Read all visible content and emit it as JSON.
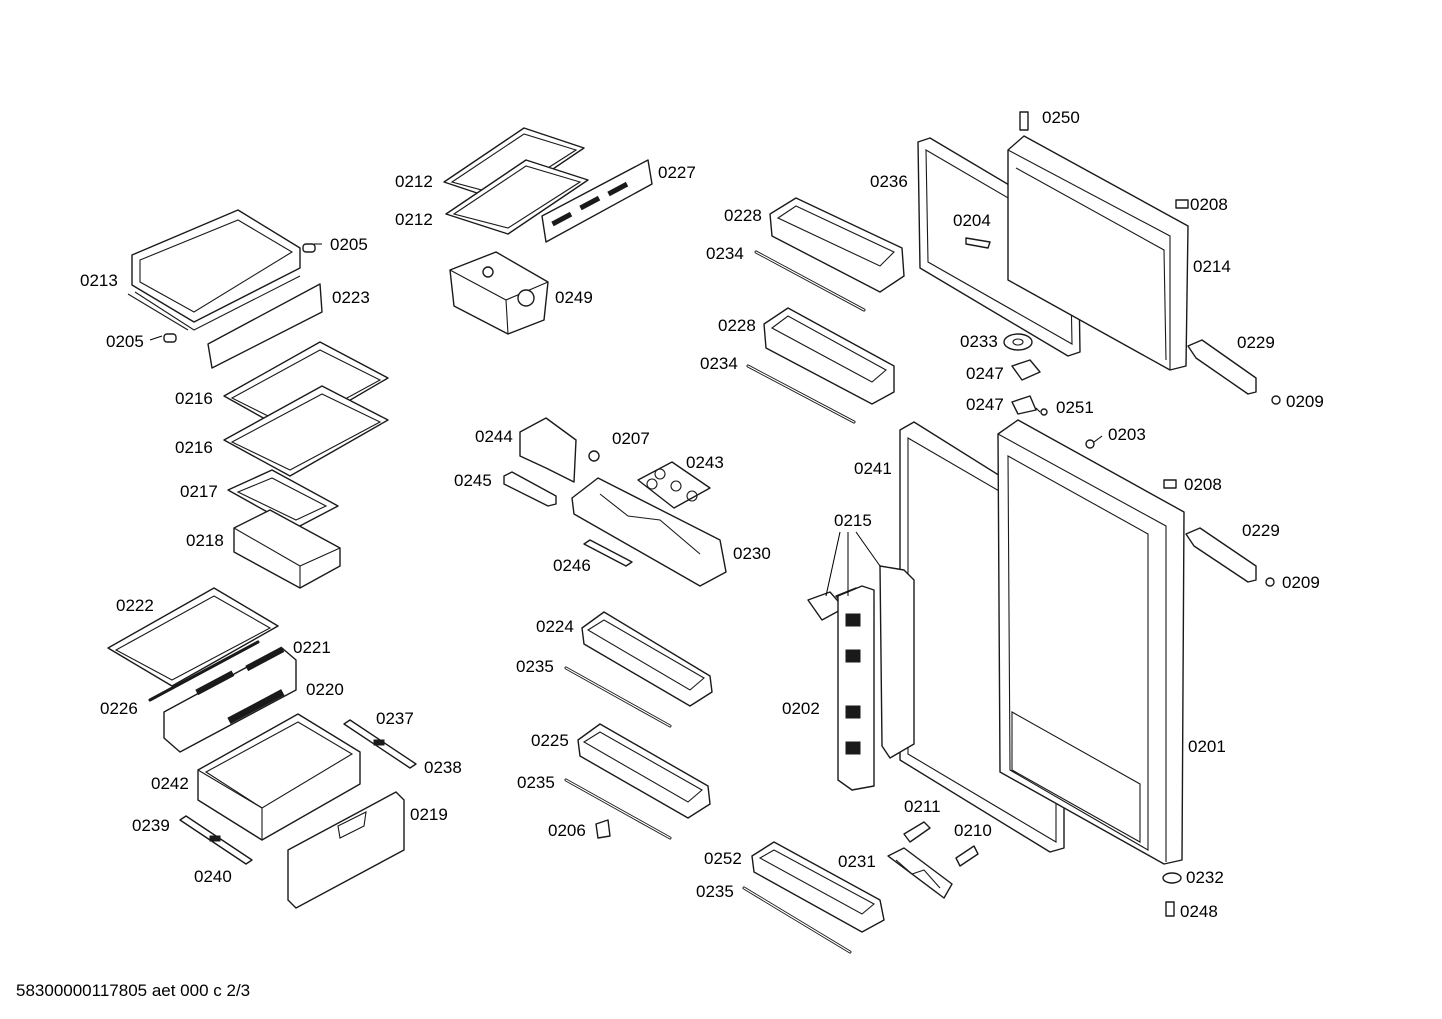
{
  "footer": {
    "drawing_code": "58300000117805 aet 000 c 2/3"
  },
  "callouts": {
    "c0250": "0250",
    "c0212a": "0212",
    "c0212b": "0212",
    "c0227": "0227",
    "c0236": "0236",
    "c0208a": "0208",
    "c0228a": "0228",
    "c0204": "0204",
    "c0214": "0214",
    "c0234a": "0234",
    "c0205a": "0205",
    "c0213": "0213",
    "c0223": "0223",
    "c0249": "0249",
    "c0205b": "0205",
    "c0228b": "0228",
    "c0233": "0233",
    "c0229a": "0229",
    "c0234b": "0234",
    "c0247a": "0247",
    "c0209a": "0209",
    "c0247b": "0247",
    "c0251": "0251",
    "c0216a": "0216",
    "c0244": "0244",
    "c0207": "0207",
    "c0203": "0203",
    "c0216b": "0216",
    "c0243": "0243",
    "c0241": "0241",
    "c0245": "0245",
    "c0208b": "0208",
    "c0217": "0217",
    "c0215": "0215",
    "c0229b": "0229",
    "c0218": "0218",
    "c0230": "0230",
    "c0246": "0246",
    "c0209b": "0209",
    "c0222": "0222",
    "c0224": "0224",
    "c0221": "0221",
    "c0235a": "0235",
    "c0220": "0220",
    "c0226": "0226",
    "c0202": "0202",
    "c0237": "0237",
    "c0201": "0201",
    "c0225": "0225",
    "c0242": "0242",
    "c0238": "0238",
    "c0235b": "0235",
    "c0219": "0219",
    "c0239": "0239",
    "c0211": "0211",
    "c0206": "0206",
    "c0210": "0210",
    "c0252": "0252",
    "c0231": "0231",
    "c0240": "0240",
    "c0232": "0232",
    "c0235c": "0235",
    "c0248": "0248"
  }
}
